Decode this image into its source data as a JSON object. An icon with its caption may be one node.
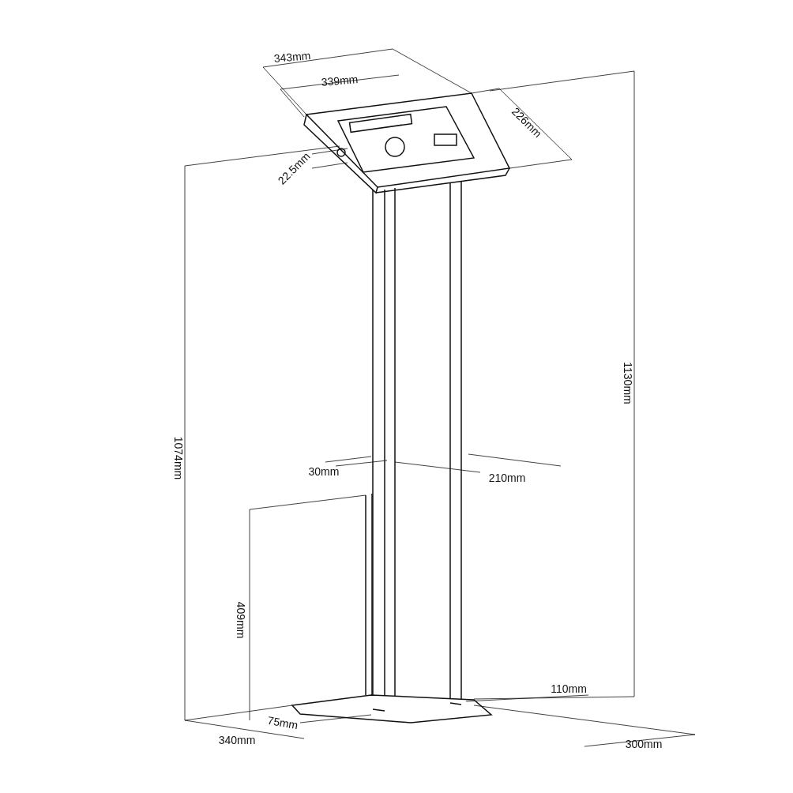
{
  "diagram": {
    "labels": [
      "343mm",
      "339mm",
      "226mm",
      "22.5mm",
      "1074mm",
      "1130mm",
      "30mm",
      "210mm",
      "409mm",
      "110mm",
      "75mm",
      "340mm",
      "300mm"
    ]
  }
}
